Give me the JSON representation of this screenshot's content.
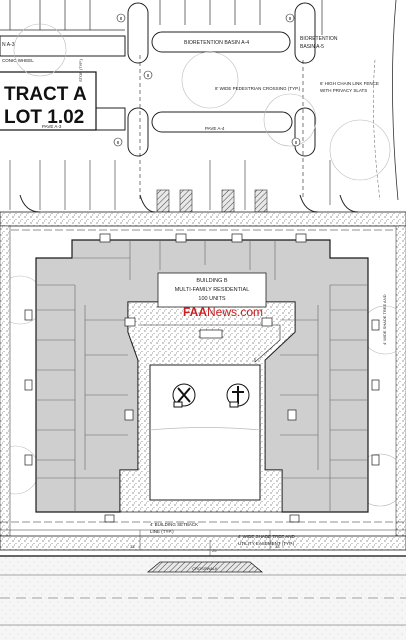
{
  "site": {
    "tract_line1": "TRACT A",
    "tract_line2": "LOT 1.02",
    "basin_a3_partial": "N A-3",
    "basin_a4": "BIORETENTION BASIN A-4",
    "basin_a5_line1": "BIORETENTION",
    "basin_a5_line2": "BASIN A-5",
    "pave_a3": "PAVE A-3",
    "pave_a4": "PAVE A-4",
    "iconic_wheel": "CONIC WHEEL",
    "stop": "STOP (TYP.)",
    "ped_crossing": "8' WIDE PEDESTRIAN CROSSING (TYP.)",
    "fence_line1": "6' HIGH CHAIN LINK FENCE",
    "fence_line2": "WITH PRIVACY SLATS",
    "building_line1": "BUILDING B",
    "building_line2": "MULTI-FAMILY RESIDENTIAL",
    "building_line3": "100 UNITS",
    "shade_tree_right": "4' WIDE SHADE TREE AND",
    "setback_line1": "4' BUILDING SETBACK",
    "setback_line2": "LINE (TYP.)",
    "shade_tree_line1": "4' WIDE SHADE TREE AND",
    "shade_tree_line2": "UTILITY EASEMENT (TYP.)",
    "crosswalk": "CROSSWALK",
    "parking_numbers": [
      "8",
      "8",
      "8",
      "8",
      "8"
    ],
    "dim_left": "33'",
    "dim_right": "33'",
    "dim_mid": "25'"
  },
  "watermark": {
    "prefix": "FAA",
    "suffix": "News.com"
  },
  "colors": {
    "building_fill": "#cfcfcf",
    "line": "#1a1a1a",
    "watermark_red": "#cc1f1f",
    "paper": "#ffffff"
  }
}
